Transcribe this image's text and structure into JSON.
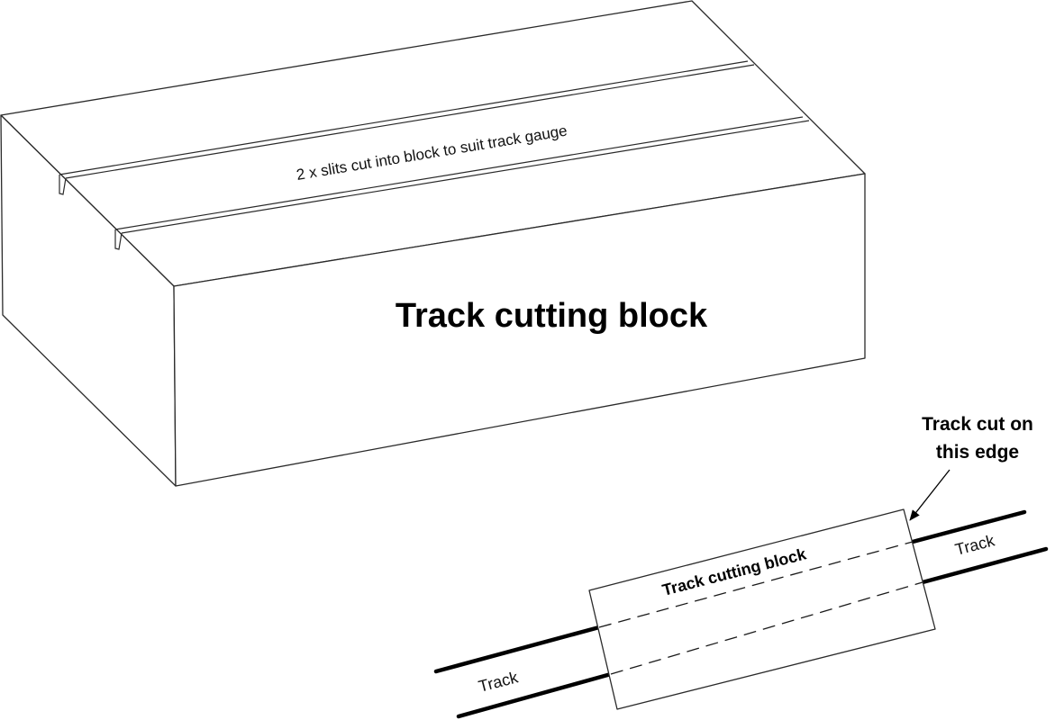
{
  "block3d": {
    "slit_note": "2 x slits cut into block to suit track gauge",
    "front_label": "Track cutting block"
  },
  "plan_view": {
    "block_label": "Track cutting block",
    "callout_line1": "Track cut on",
    "callout_line2": "this edge",
    "track_left_label": "Track",
    "track_right_label": "Track"
  }
}
